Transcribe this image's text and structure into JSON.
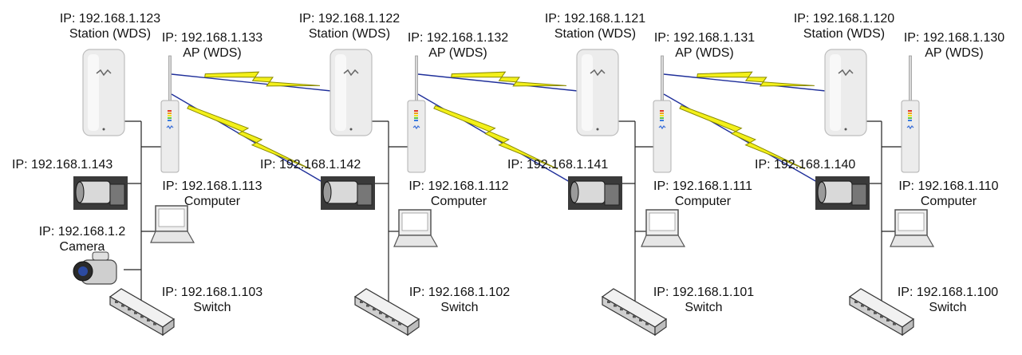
{
  "links": [
    "wireless-link",
    "wireless-link",
    "wireless-link",
    "wireless-link",
    "wireless-link",
    "wireless-link"
  ],
  "columns": [
    {
      "station": {
        "ip": "IP: 192.168.1.123",
        "role": "Station (WDS)"
      },
      "ap": {
        "ip": "IP: 192.168.1.133",
        "role": "AP (WDS)"
      },
      "camera_ip": "IP: 192.168.1.143",
      "computer": {
        "ip": "IP: 192.168.1.113",
        "role": "Computer"
      },
      "switch": {
        "ip": "IP: 192.168.1.103",
        "role": "Switch"
      },
      "video_camera": {
        "ip": "IP: 192.168.1.2",
        "role": "Camera"
      }
    },
    {
      "station": {
        "ip": "IP: 192.168.1.122",
        "role": "Station (WDS)"
      },
      "ap": {
        "ip": "IP: 192.168.1.132",
        "role": "AP (WDS)"
      },
      "camera_ip": "IP: 192.168.1.142",
      "computer": {
        "ip": "IP: 192.168.1.112",
        "role": "Computer"
      },
      "switch": {
        "ip": "IP: 192.168.1.102",
        "role": "Switch"
      }
    },
    {
      "station": {
        "ip": "IP: 192.168.1.121",
        "role": "Station (WDS)"
      },
      "ap": {
        "ip": "IP: 192.168.1.131",
        "role": "AP (WDS)"
      },
      "camera_ip": "IP: 192.168.1.141",
      "computer": {
        "ip": "IP: 192.168.1.111",
        "role": "Computer"
      },
      "switch": {
        "ip": "IP: 192.168.1.101",
        "role": "Switch"
      }
    },
    {
      "station": {
        "ip": "IP: 192.168.1.120",
        "role": "Station (WDS)"
      },
      "ap": {
        "ip": "IP: 192.168.1.130",
        "role": "AP (WDS)"
      },
      "camera_ip": "IP: 192.168.1.140",
      "computer": {
        "ip": "IP: 192.168.1.110",
        "role": "Computer"
      },
      "switch": {
        "ip": "IP: 192.168.1.100",
        "role": "Switch"
      }
    }
  ],
  "colors": {
    "wire": "#222222",
    "lightning_fill": "#f3f01a",
    "lightning_stroke": "#8a8a00",
    "antenna_beam": "#1f2f9a",
    "device_body": "#ececec"
  }
}
